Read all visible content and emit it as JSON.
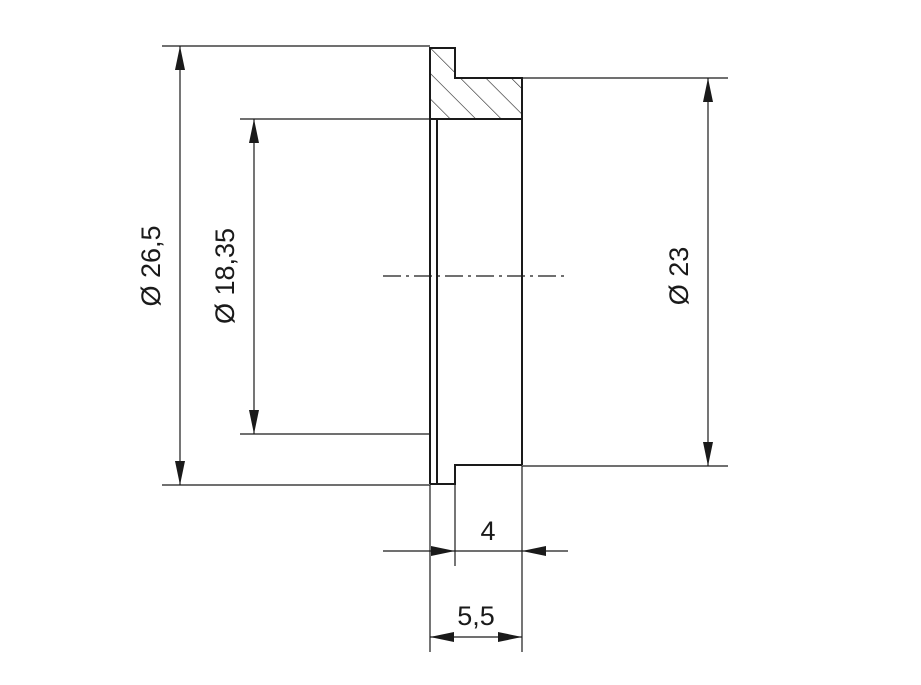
{
  "dimensions": {
    "outer_flange_diameter": "Ø 26,5",
    "bore_diameter": "Ø 18,35",
    "outer_body_diameter": "Ø 23",
    "body_length": "4",
    "total_length": "5,5"
  },
  "colors": {
    "line": "#1a1a1a",
    "background": "#ffffff"
  }
}
